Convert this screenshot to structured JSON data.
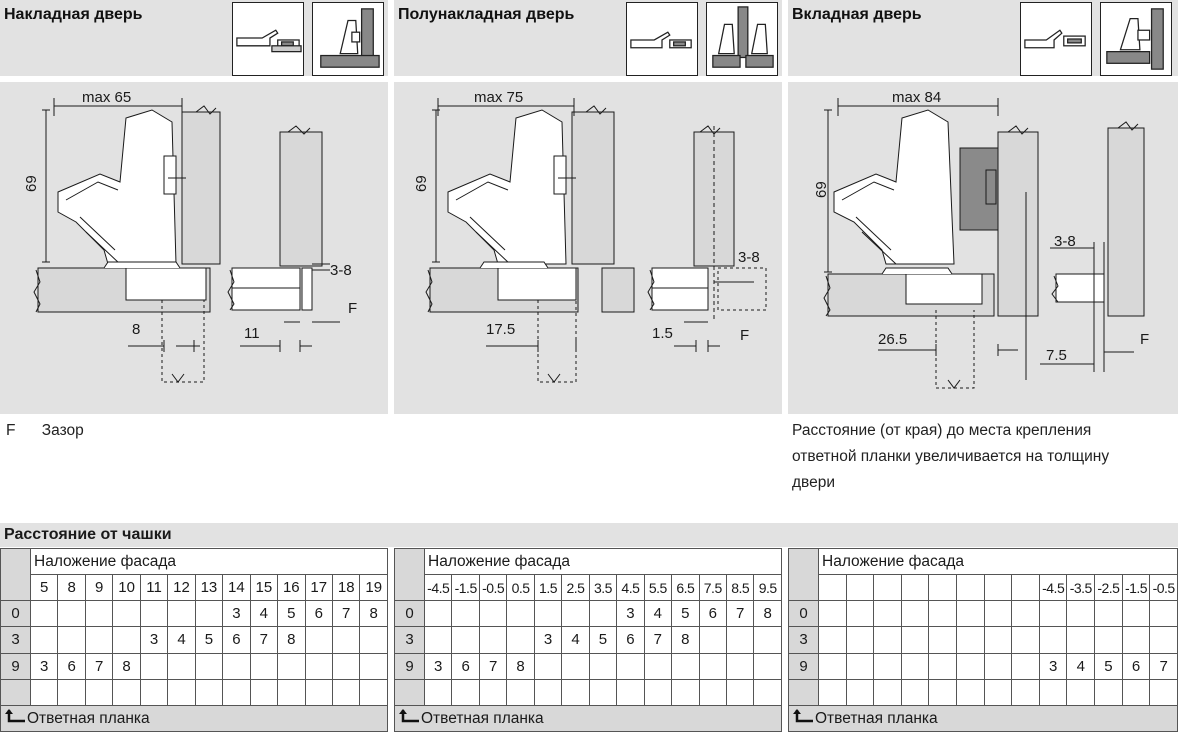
{
  "panels": [
    {
      "title": "Накладная дверь",
      "max_label": "max 65",
      "height_label": "69",
      "dims": [
        "3-8",
        "F",
        "8",
        "11"
      ]
    },
    {
      "title": "Полунакладная дверь",
      "max_label": "max 75",
      "height_label": "69",
      "dims": [
        "3-8",
        "F",
        "17.5",
        "1.5"
      ]
    },
    {
      "title": "Вкладная дверь",
      "max_label": "max 84",
      "height_label": "69",
      "dims": [
        "3-8",
        "F",
        "26.5",
        "7.5"
      ]
    }
  ],
  "legend": {
    "symbol": "F",
    "text": "Зазор"
  },
  "inset_note": {
    "line1": "Расстояние (от края) до места крепления",
    "line2": "ответной планки увеличивается на толщину",
    "line3": "двери"
  },
  "section_title": "Расстояние от чашки",
  "tables": [
    {
      "overlay_label": "Наложение фасада",
      "headers": [
        "5",
        "8",
        "9",
        "10",
        "11",
        "12",
        "13",
        "14",
        "15",
        "16",
        "17",
        "18",
        "19"
      ],
      "rows": [
        {
          "label": "0",
          "cells": [
            "",
            "",
            "",
            "",
            "",
            "",
            "",
            "3",
            "4",
            "5",
            "6",
            "7",
            "8"
          ]
        },
        {
          "label": "3",
          "cells": [
            "",
            "",
            "",
            "",
            "3",
            "4",
            "5",
            "6",
            "7",
            "8",
            "",
            "",
            ""
          ]
        },
        {
          "label": "9",
          "cells": [
            "3",
            "6",
            "7",
            "8",
            "",
            "",
            "",
            "",
            "",
            "",
            "",
            "",
            ""
          ]
        },
        {
          "label": "",
          "cells": [
            "",
            "",
            "",
            "",
            "",
            "",
            "",
            "",
            "",
            "",
            "",
            "",
            ""
          ]
        }
      ],
      "footer": "Ответная планка"
    },
    {
      "overlay_label": "Наложение фасада",
      "headers": [
        "-4.5",
        "-1.5",
        "-0.5",
        "0.5",
        "1.5",
        "2.5",
        "3.5",
        "4.5",
        "5.5",
        "6.5",
        "7.5",
        "8.5",
        "9.5"
      ],
      "rows": [
        {
          "label": "0",
          "cells": [
            "",
            "",
            "",
            "",
            "",
            "",
            "",
            "3",
            "4",
            "5",
            "6",
            "7",
            "8"
          ]
        },
        {
          "label": "3",
          "cells": [
            "",
            "",
            "",
            "",
            "3",
            "4",
            "5",
            "6",
            "7",
            "8",
            "",
            "",
            ""
          ]
        },
        {
          "label": "9",
          "cells": [
            "3",
            "6",
            "7",
            "8",
            "",
            "",
            "",
            "",
            "",
            "",
            "",
            "",
            ""
          ]
        },
        {
          "label": "",
          "cells": [
            "",
            "",
            "",
            "",
            "",
            "",
            "",
            "",
            "",
            "",
            "",
            "",
            ""
          ]
        }
      ],
      "footer": "Ответная планка"
    },
    {
      "overlay_label": "Наложение фасада",
      "headers": [
        "",
        "",
        "",
        "",
        "",
        "",
        "",
        "",
        "-4.5",
        "-3.5",
        "-2.5",
        "-1.5",
        "-0.5"
      ],
      "rows": [
        {
          "label": "0",
          "cells": [
            "",
            "",
            "",
            "",
            "",
            "",
            "",
            "",
            "",
            "",
            "",
            "",
            ""
          ]
        },
        {
          "label": "3",
          "cells": [
            "",
            "",
            "",
            "",
            "",
            "",
            "",
            "",
            "",
            "",
            "",
            "",
            ""
          ]
        },
        {
          "label": "9",
          "cells": [
            "",
            "",
            "",
            "",
            "",
            "",
            "",
            "",
            "3",
            "4",
            "5",
            "6",
            "7"
          ]
        },
        {
          "label": "",
          "cells": [
            "",
            "",
            "",
            "",
            "",
            "",
            "",
            "",
            "",
            "",
            "",
            "",
            ""
          ]
        }
      ],
      "footer": "Ответная планка"
    }
  ],
  "colors": {
    "panel_bg": "#e2e2e2",
    "part_fill": "#ffffff",
    "door_fill": "#d8d8d8",
    "dark_fill": "#8a8a8a",
    "line": "#1a1a1a"
  }
}
